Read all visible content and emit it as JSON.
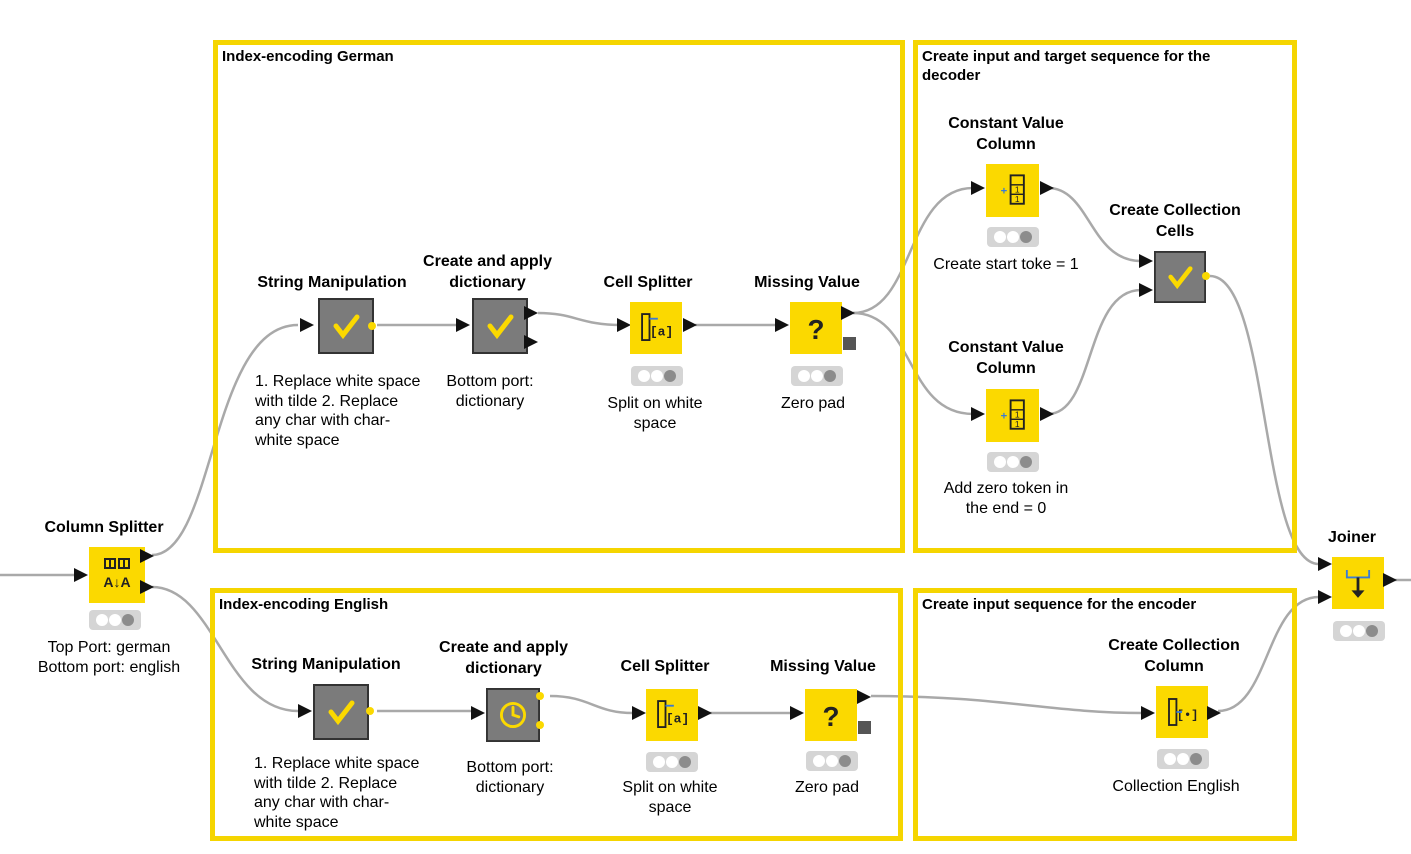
{
  "annotations": {
    "german": "Index-encoding German",
    "decoder": "Create input and target sequence for the decoder",
    "english": "Index-encoding English",
    "encoder": "Create input sequence for the encoder"
  },
  "nodes": {
    "column_splitter": {
      "title": "Column Splitter",
      "label": "Top Port: german\nBottom port: english",
      "icon": "column-splitter-icon"
    },
    "string_manip_de": {
      "title": "String Manipulation",
      "label": "1. Replace white space with tilde\n2. Replace any char with char-white space",
      "icon": "checkmark-icon"
    },
    "dict_de": {
      "title": "Create and apply dictionary",
      "label": "Bottom port: dictionary",
      "icon": "checkmark-icon"
    },
    "cell_split_de": {
      "title": "Cell Splitter",
      "label": "Split on white space",
      "icon": "cell-splitter-icon"
    },
    "missing_de": {
      "title": "Missing Value",
      "label": "Zero pad",
      "icon": "question-mark-icon"
    },
    "const_start": {
      "title": "Constant Value Column",
      "label": "Create start toke = 1",
      "icon": "constant-column-icon"
    },
    "const_zero": {
      "title": "Constant Value Column",
      "label": "Add zero token in the end = 0",
      "icon": "constant-column-icon"
    },
    "collection_cells": {
      "title": "Create Collection Cells",
      "label": "",
      "icon": "checkmark-icon"
    },
    "joiner": {
      "title": "Joiner",
      "label": "",
      "icon": "joiner-icon"
    },
    "string_manip_en": {
      "title": "String Manipulation",
      "label": "1. Replace white space with tilde\n2. Replace any char with char-white space",
      "icon": "checkmark-icon"
    },
    "dict_en": {
      "title": "Create and apply dictionary",
      "label": "Bottom port: dictionary",
      "icon": "clock-icon"
    },
    "cell_split_en": {
      "title": "Cell Splitter",
      "label": "Split on white space",
      "icon": "cell-splitter-icon"
    },
    "missing_en": {
      "title": "Missing Value",
      "label": "Zero pad",
      "icon": "question-mark-icon"
    },
    "collection_col": {
      "title": "Create Collection Column",
      "label": "Collection English",
      "icon": "collection-column-icon"
    }
  },
  "colors": {
    "annotation_border": "#f5d500",
    "node_yellow": "#fbd900",
    "node_gray": "#7b7b7b",
    "connection": "#a9a9a9",
    "port": "#111111"
  }
}
